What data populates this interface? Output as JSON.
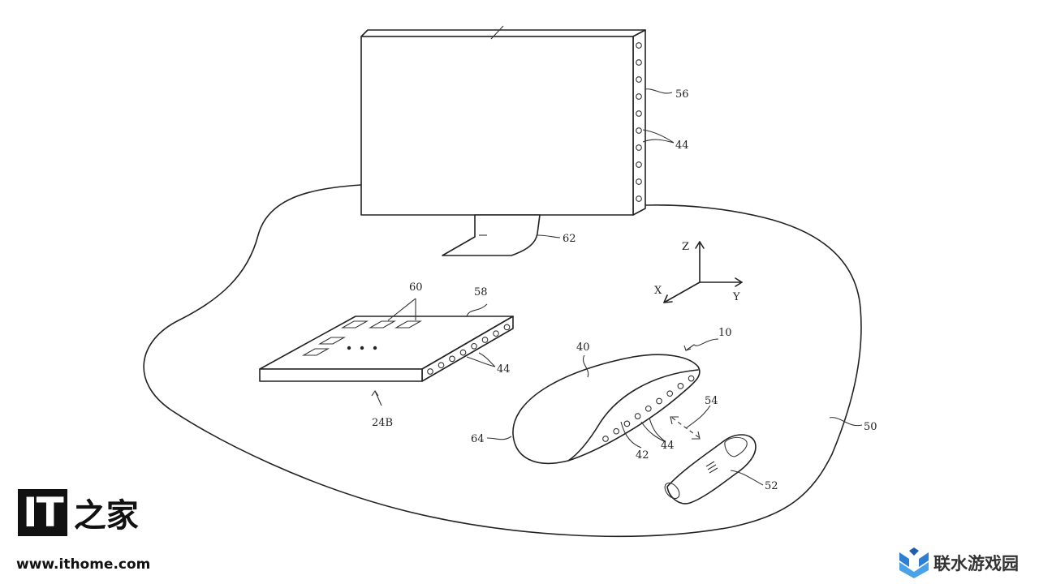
{
  "figure": {
    "labels": {
      "side_panel": "56",
      "display_leds": "44",
      "stand": "62",
      "axis_z": "Z",
      "axis_y": "Y",
      "axis_x": "X",
      "keys": "60",
      "keyboard": "58",
      "keyboard_leds": "44",
      "keyboard_ref": "24B",
      "housing": "40",
      "device": "10",
      "signal": "54",
      "end": "64",
      "sensor_region": "42",
      "device_leds": "44",
      "finger": "52",
      "surface": "50"
    }
  },
  "watermarks": {
    "ithome_logo": "IT",
    "ithome_cn": "之家",
    "ithome_url": "www.ithome.com",
    "lianshui": "联水游戏园"
  }
}
